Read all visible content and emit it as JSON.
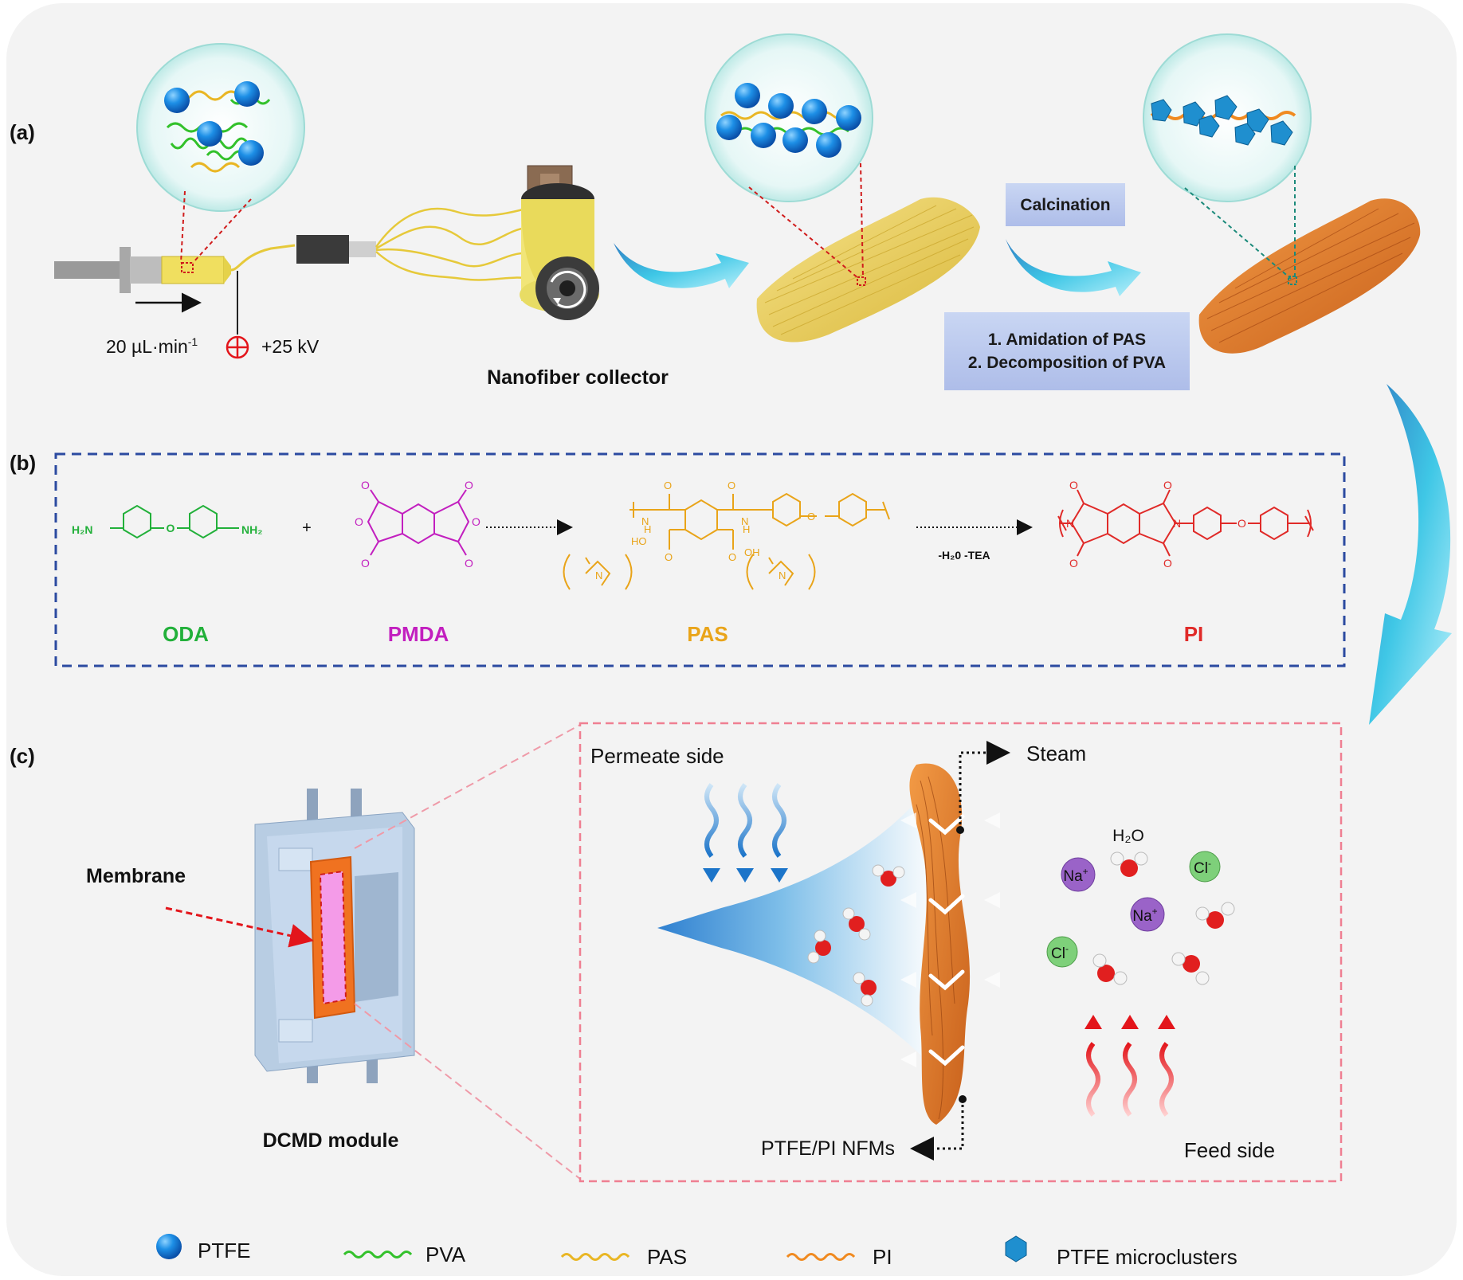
{
  "panel_labels": {
    "a": "(a)",
    "b": "(b)",
    "c": "(c)"
  },
  "panel_a": {
    "flow_rate_value": "20 µL·min",
    "flow_rate_exp": "-1",
    "voltage": "+25 kV",
    "collector_label": "Nanofiber collector",
    "calcination_label": "Calcination",
    "process_step_1": "1. Amidation of PAS",
    "process_step_2": "2. Decomposition of PVA"
  },
  "panel_b": {
    "oda_label": "ODA",
    "pmda_label": "PMDA",
    "pas_label": "PAS",
    "pi_label": "PI",
    "plus": "+",
    "condition_label": "-H₂0 -TEA",
    "oda_formula_left": "H₂N",
    "oda_formula_right": "NH₂",
    "colors": {
      "oda": "#22b03a",
      "pmda": "#c21fbf",
      "pas": "#e9a419",
      "pi": "#e02a28"
    }
  },
  "panel_c": {
    "membrane_label": "Membrane",
    "module_label": "DCMD module",
    "permeate_label": "Permeate side",
    "steam_label": "Steam",
    "nfm_label": "PTFE/PI NFMs",
    "feed_label": "Feed side",
    "water_label": "H₂O",
    "na_label": "Na",
    "na_charge": "+",
    "cl_label": "Cl",
    "cl_charge": "-"
  },
  "legend": {
    "items": [
      {
        "label": "PTFE",
        "icon": "blue-sphere-icon"
      },
      {
        "label": "PVA",
        "icon": "green-wave-icon"
      },
      {
        "label": "PAS",
        "icon": "yellow-wave-icon"
      },
      {
        "label": "PI",
        "icon": "orange-wave-icon"
      },
      {
        "label": "PTFE microclusters",
        "icon": "blue-cluster-icon"
      }
    ]
  }
}
